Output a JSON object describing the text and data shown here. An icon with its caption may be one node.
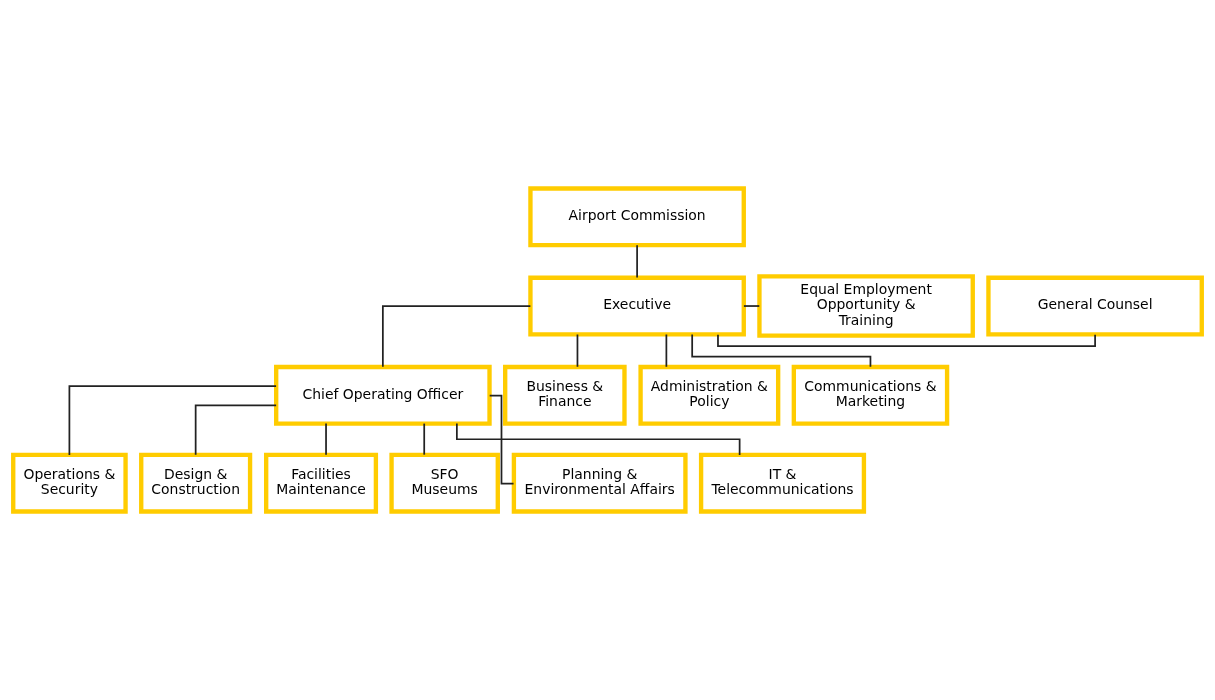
{
  "diagram": {
    "nodes": [
      {
        "text": [
          "Airport Commission"
        ]
      },
      {
        "text": [
          "General Counsel"
        ]
      },
      {
        "text": [
          "Executive"
        ]
      },
      {
        "text": [
          "Equal Employment Opportunity & Training"
        ]
      },
      {
        "text": [
          "Chief Operating Officer"
        ]
      },
      {
        "text": [
          "Business & Finance"
        ]
      },
      {
        "text": [
          "Administration & Policy"
        ]
      },
      {
        "text": [
          "Communications & Marketing"
        ]
      },
      {
        "text": [
          "Operations & Security"
        ]
      },
      {
        "text": [
          "Design & Construction"
        ]
      },
      {
        "text": [
          "Facilities Maintenance"
        ]
      },
      {
        "text": [
          "SFO Museums"
        ]
      },
      {
        "text": [
          "Planning & Environmental Affairs"
        ]
      },
      {
        "text": [
          "IT & Telecommunications"
        ]
      }
    ],
    "edges": [
      {
        "from": 0,
        "to": 2,
        "arrow": "none"
      },
      {
        "from": 1,
        "to": 2,
        "arrow": "none"
      },
      {
        "from": 2,
        "to": 3,
        "arrow": "none"
      },
      {
        "from": 2,
        "to": 4,
        "arrow": "none"
      },
      {
        "from": 2,
        "to": 5,
        "arrow": "none"
      },
      {
        "from": 2,
        "to": 6,
        "arrow": "none"
      },
      {
        "from": 2,
        "to": 7,
        "arrow": "none"
      },
      {
        "from": 4,
        "to": 8,
        "arrow": "none"
      },
      {
        "from": 4,
        "to": 9,
        "arrow": "none"
      },
      {
        "from": 4,
        "to": 10,
        "arrow": "none"
      },
      {
        "from": 4,
        "to": 11,
        "arrow": "none"
      },
      {
        "from": 4,
        "to": 12,
        "arrow": "none"
      },
      {
        "from": 4,
        "to": 13,
        "arrow": "none"
      }
    ]
  }
}
